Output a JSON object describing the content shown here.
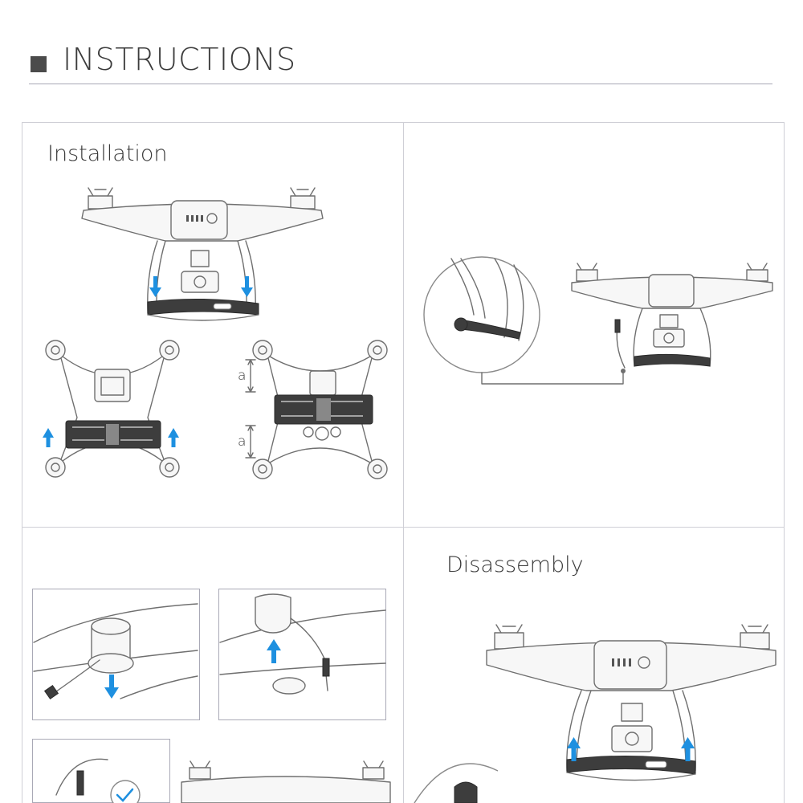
{
  "header": {
    "title": "INSTRUCTIONS"
  },
  "panels": {
    "installation_label": "Installation",
    "disassembly_label": "Disassembly",
    "dimension_label": "a"
  },
  "colors": {
    "arrow": "#1e90e0",
    "line": "#6f6f6f",
    "accent_dark": "#3d3d3d"
  }
}
